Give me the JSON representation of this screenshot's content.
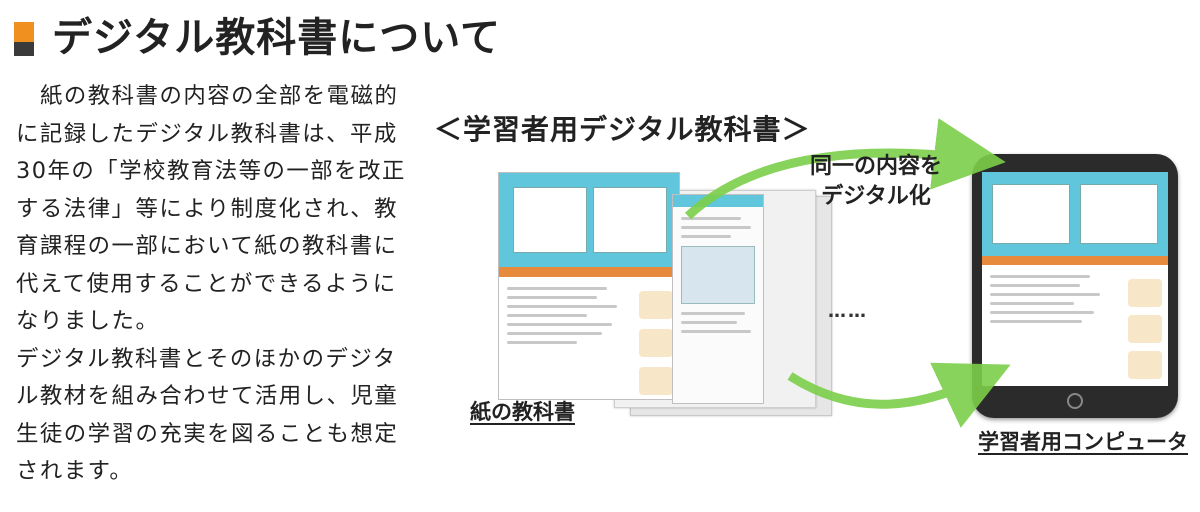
{
  "heading": "デジタル教科書について",
  "body": {
    "paragraph1": "紙の教科書の内容の全部を電磁的に記録したデジタル教科書は、平成30年の「学校教育法等の一部を改正する法律」等により制度化され、教育課程の一部において紙の教科書に代えて使用することができるようになりました。",
    "paragraph2": "デジタル教科書とそのほかのデジタル教材を組み合わせて活用し、児童生徒の学習の充実を図ることも想定されます。"
  },
  "figure": {
    "title": "＜学習者用デジタル教科書＞",
    "flow_label_line1": "同一の内容を",
    "flow_label_line2": "デジタル化",
    "ellipsis": "……",
    "paper_caption": "紙の教科書",
    "tablet_caption": "学習者用コンピュータ"
  },
  "colors": {
    "accent": "#f0901e",
    "arrow": "#7ccf4a",
    "page_header": "#5fc6dc"
  }
}
